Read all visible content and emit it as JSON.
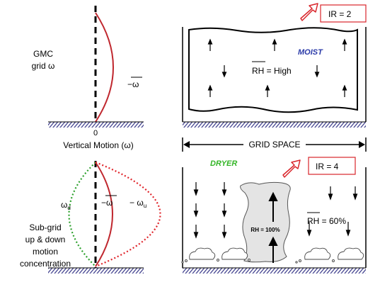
{
  "left_top": {
    "label_line1": "GMC",
    "label_line2": "grid ω",
    "omega_bar": "−ω",
    "zero": "0",
    "axis_caption": "Vertical Motion (ω)"
  },
  "left_bottom": {
    "omega_d_base": "ω",
    "omega_d_sub": "d",
    "omega_bar": "−ω",
    "omega_u_base": "− ω",
    "omega_u_sub": "u",
    "caption_lines": [
      "Sub-grid",
      "up & down",
      "motion",
      "concentration"
    ]
  },
  "right_top": {
    "ir_label": "IR = 2",
    "moist_label": "MOIST",
    "rh_label": "RH = High"
  },
  "grid_space_label": "GRID SPACE",
  "right_bottom": {
    "dryer_label": "DRYER",
    "ir_label": "IR = 4",
    "rh_core_label": "RH = 100%",
    "rh_env_label": "RH = 60%"
  },
  "colors": {
    "mean_profile": "#c0282f",
    "omega_d_profile": "#2ca02c",
    "omega_u_profile": "#e0242a",
    "moist_text": "#2a3aa8",
    "dryer_text": "#33b526",
    "ir_arrow": "#d9252b",
    "cloud_fill": "#e4e4e4"
  }
}
